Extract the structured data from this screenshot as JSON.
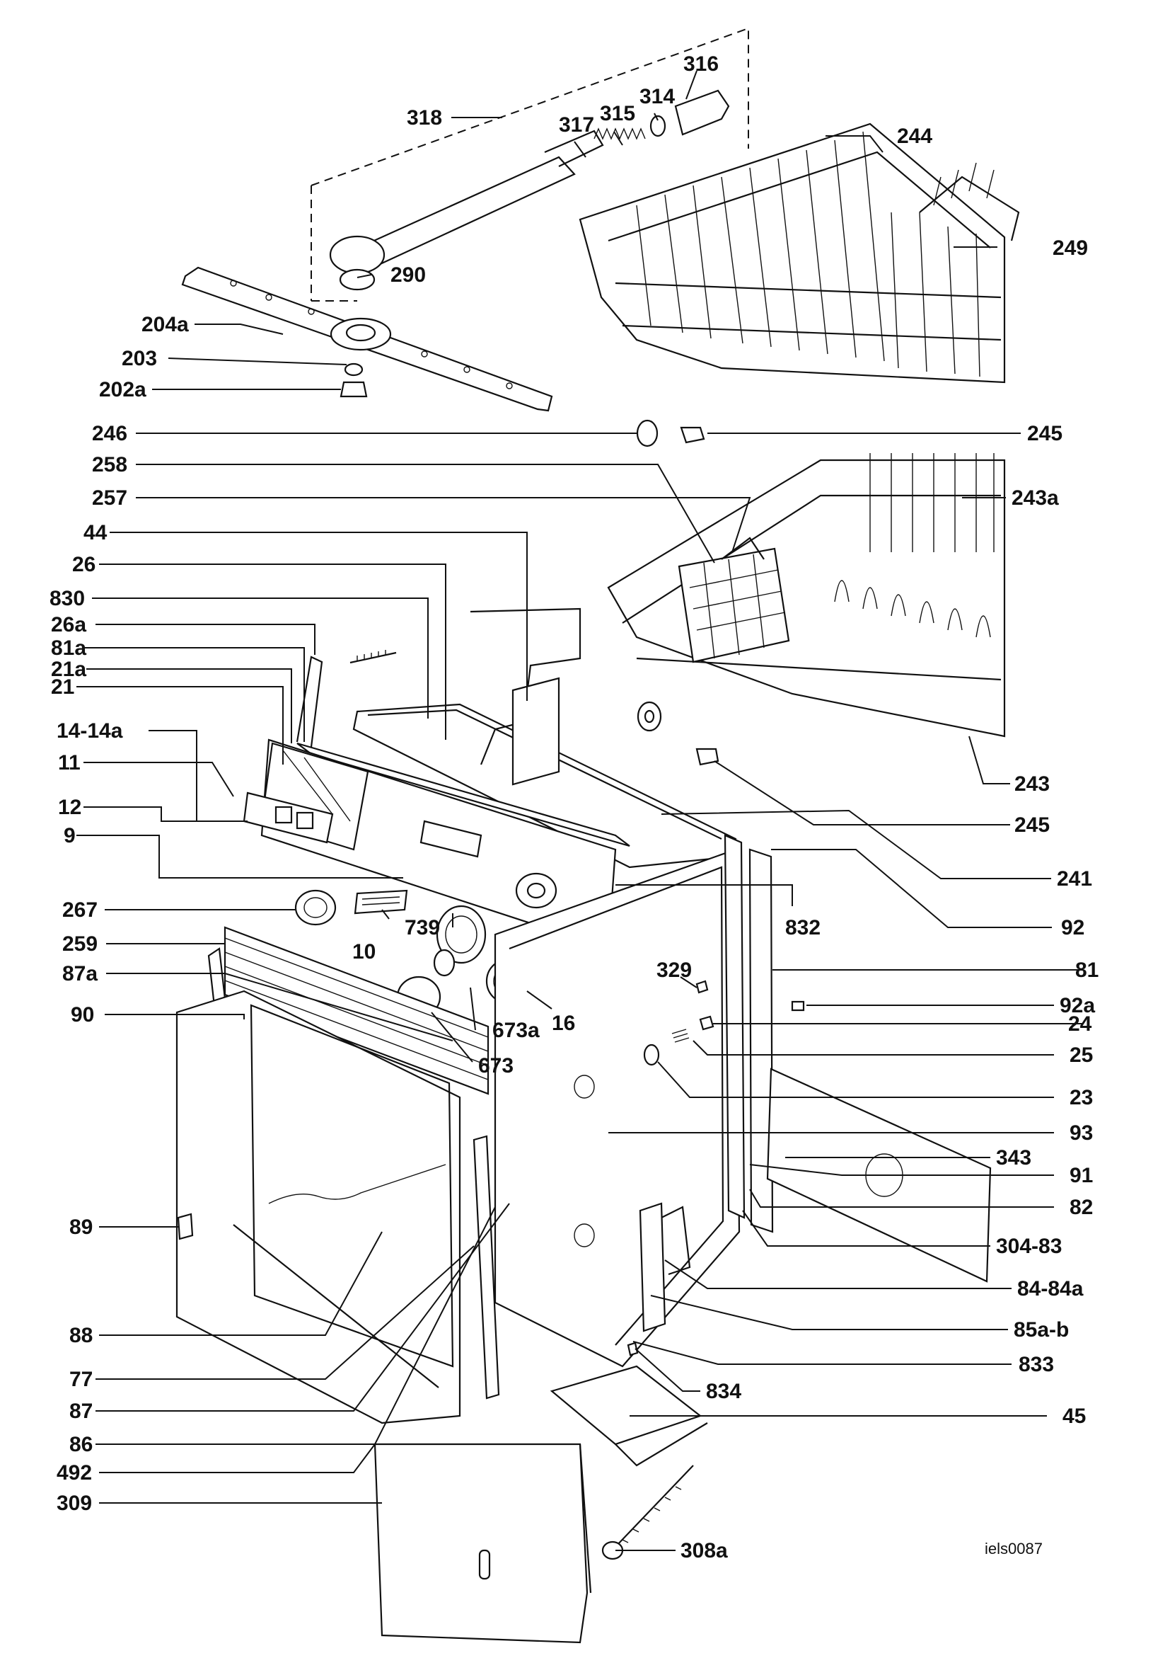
{
  "diagram": {
    "reference_code": "iels0087",
    "labels": [
      "316",
      "318",
      "317",
      "315",
      "314",
      "244",
      "249",
      "290",
      "204a",
      "203",
      "202a",
      "246",
      "245",
      "258",
      "257",
      "243a",
      "44",
      "26",
      "830",
      "26a",
      "81a",
      "21a",
      "21",
      "14-14a",
      "11",
      "12",
      "9",
      "243",
      "245",
      "241",
      "832",
      "92",
      "267",
      "10",
      "739",
      "259",
      "329",
      "81",
      "87a",
      "92a",
      "673a",
      "16",
      "24",
      "90",
      "673",
      "25",
      "23",
      "93",
      "343",
      "91",
      "82",
      "89",
      "304-83",
      "84-84a",
      "88",
      "85a-b",
      "833",
      "77",
      "834",
      "87",
      "45",
      "86",
      "492",
      "309",
      "308a"
    ]
  },
  "colors": {
    "ink": "#111111",
    "paper": "#ffffff"
  }
}
